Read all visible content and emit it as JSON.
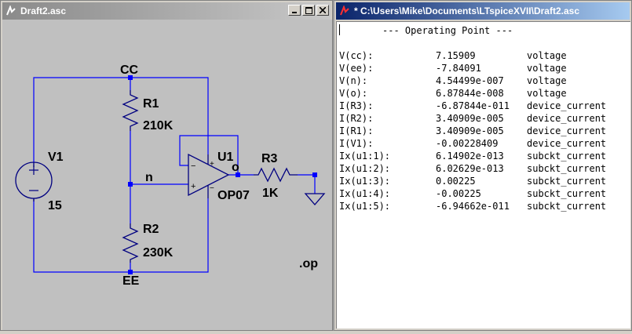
{
  "schematic_window": {
    "title": "Draft2.asc",
    "components": {
      "net_cc": "CC",
      "net_ee": "EE",
      "net_n": "n",
      "net_o": "o",
      "r1_name": "R1",
      "r1_value": "210K",
      "r2_name": "R2",
      "r2_value": "230K",
      "r3_name": "R3",
      "r3_value": "1K",
      "v1_name": "V1",
      "v1_value": "15",
      "u1_name": "U1",
      "u1_model": "OP07",
      "directive": ".op",
      "plus_sign": "+",
      "minus_sign": "−"
    }
  },
  "output_window": {
    "title": "* C:\\Users\\Mike\\Documents\\LTspiceXVII\\Draft2.asc",
    "header": "--- Operating Point ---",
    "rows": [
      {
        "name": "V(cc):",
        "value": "7.15909",
        "type": "voltage"
      },
      {
        "name": "V(ee):",
        "value": "-7.84091",
        "type": "voltage"
      },
      {
        "name": "V(n):",
        "value": "4.54499e-007",
        "type": "voltage"
      },
      {
        "name": "V(o):",
        "value": "6.87844e-008",
        "type": "voltage"
      },
      {
        "name": "I(R3):",
        "value": "-6.87844e-011",
        "type": "device_current"
      },
      {
        "name": "I(R2):",
        "value": "3.40909e-005",
        "type": "device_current"
      },
      {
        "name": "I(R1):",
        "value": "3.40909e-005",
        "type": "device_current"
      },
      {
        "name": "I(V1):",
        "value": "-0.00228409",
        "type": "device_current"
      },
      {
        "name": "Ix(u1:1):",
        "value": "6.14902e-013",
        "type": "subckt_current"
      },
      {
        "name": "Ix(u1:2):",
        "value": "6.02629e-013",
        "type": "subckt_current"
      },
      {
        "name": "Ix(u1:3):",
        "value": "0.00225",
        "type": "subckt_current"
      },
      {
        "name": "Ix(u1:4):",
        "value": "-0.00225",
        "type": "subckt_current"
      },
      {
        "name": "Ix(u1:5):",
        "value": "-6.94662e-011",
        "type": "subckt_current"
      }
    ]
  },
  "colors": {
    "wire": "#0000ff",
    "junction": "#0000ff",
    "component": "#000080",
    "canvas": "#c0c0c0",
    "active_title": "#0a246a",
    "inactive_title": "#8a8a8a"
  },
  "icons": {
    "schematic_app": "ltspice-icon",
    "output_app": "ltspice-output-icon",
    "minimize": "minimize-icon",
    "maximize": "maximize-icon",
    "close": "close-icon"
  }
}
